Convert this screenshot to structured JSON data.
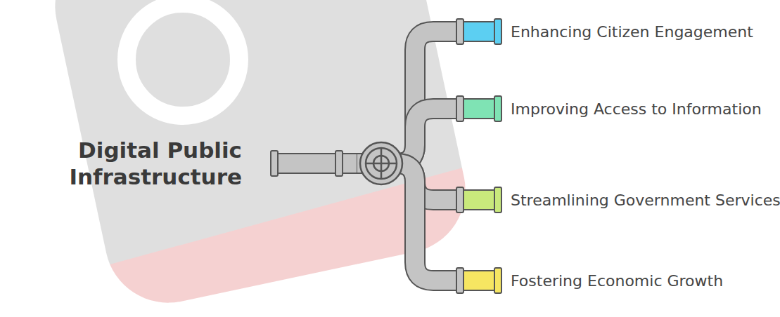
{
  "diagram": {
    "nodes": [
      {
        "text": [
          "Digital Public Infrastructure"
        ]
      },
      {
        "text": [
          "Enhancing Citizen Engagement"
        ]
      },
      {
        "text": [
          "Improving Access to Information"
        ]
      },
      {
        "text": [
          "Streamlining Government Services"
        ]
      },
      {
        "text": [
          "Fostering Economic Growth"
        ]
      }
    ],
    "edges": [
      {
        "from": 0,
        "to": 1,
        "arrow": "none"
      },
      {
        "from": 0,
        "to": 2,
        "arrow": "none"
      },
      {
        "from": 0,
        "to": 3,
        "arrow": "none"
      },
      {
        "from": 0,
        "to": 4,
        "arrow": "none"
      }
    ]
  }
}
